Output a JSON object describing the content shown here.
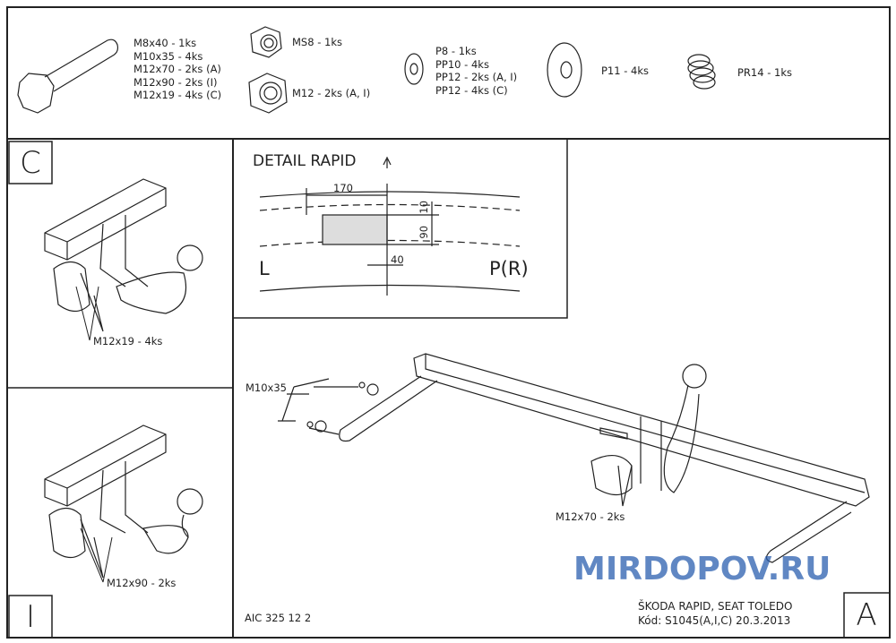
{
  "parts": {
    "bolts": [
      "M8x40 - 1ks",
      "M10x35 - 4ks",
      "M12x70 - 2ks (A)",
      "M12x90 - 2ks (I)",
      "M12x19 - 4ks (C)"
    ],
    "nut_ms8": "MS8 - 1ks",
    "nut_m12": "M12 - 2ks (A, I)",
    "washers": [
      "P8 - 1ks",
      "PP10 - 4ks",
      "PP12 - 2ks (A, I)",
      "PP12 - 4ks (C)"
    ],
    "washer_p11": "P11 - 4ks",
    "spring": "PR14 - 1ks"
  },
  "variants": {
    "c_label": "C",
    "c_bolts": "M12x19 - 4ks",
    "i_label": "I",
    "i_bolts": "M12x90 - 2ks",
    "a_label": "A"
  },
  "detail": {
    "title": "DETAIL RAPID",
    "dim_170": "170",
    "dim_10": "10",
    "dim_90": "90",
    "dim_40": "40",
    "left": "L",
    "right": "P(R)"
  },
  "main": {
    "bolt_callout": "M10x35",
    "a_bolts": "M12x70 - 2ks"
  },
  "footer": {
    "drawing_no": "AIC 325 12 2",
    "model": "ŠKODA RAPID, SEAT TOLEDO",
    "code": "Kód: S1045(A,I,C) 20.3.2013",
    "watermark": "MIRDOPOV.RU"
  }
}
